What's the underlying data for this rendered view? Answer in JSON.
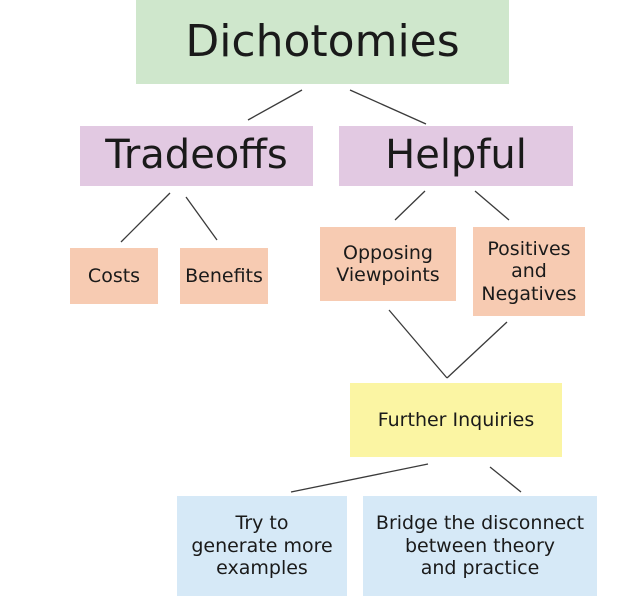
{
  "diagram": {
    "root": "Dichotomies",
    "left_branch": {
      "title": "Tradeoffs",
      "children": [
        "Costs",
        "Benefits"
      ]
    },
    "right_branch": {
      "title": "Helpful",
      "children": [
        "Opposing\nViewpoints",
        "Positives\nand\nNegatives"
      ]
    },
    "merge_node": "Further Inquiries",
    "merge_children": [
      "Try to\ngenerate more\nexamples",
      "Bridge the disconnect\nbetween theory\nand practice"
    ]
  },
  "colors": {
    "root_fill": "#cfe7cc",
    "branch_fill": "#e2c9e2",
    "leaf_fill": "#f7cbb2",
    "inquiry_fill": "#fbf5a3",
    "bottom_fill": "#d6e9f7",
    "connector": "#3a3a3a"
  }
}
